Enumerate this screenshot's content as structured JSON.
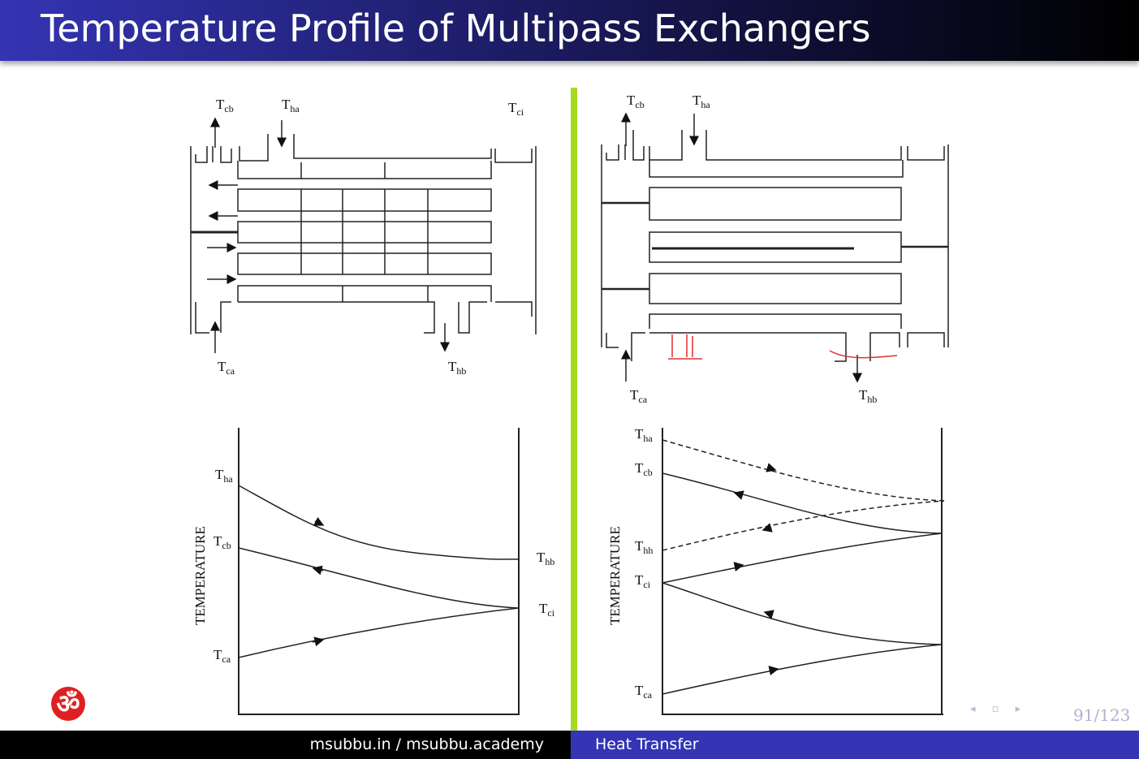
{
  "title": "Temperature Profile of Multipass Exchangers",
  "left_figure": {
    "diagram_labels": {
      "cold_out": {
        "main": "T",
        "sub": "cb"
      },
      "hot_in": {
        "main": "T",
        "sub": "ha"
      },
      "cold_intermediate": {
        "main": "T",
        "sub": "ci"
      },
      "cold_in": {
        "main": "T",
        "sub": "ca"
      },
      "hot_out": {
        "main": "T",
        "sub": "hb"
      }
    },
    "graph": {
      "ylabel": "TEMPERATURE",
      "labels": {
        "tha": {
          "main": "T",
          "sub": "ha"
        },
        "tcb": {
          "main": "T",
          "sub": "cb"
        },
        "tca": {
          "main": "T",
          "sub": "ca"
        },
        "thb": {
          "main": "T",
          "sub": "hb"
        },
        "tci": {
          "main": "T",
          "sub": "ci"
        }
      }
    }
  },
  "right_figure": {
    "diagram_labels": {
      "cold_out": {
        "main": "T",
        "sub": "cb"
      },
      "hot_in": {
        "main": "T",
        "sub": "ha"
      },
      "cold_in": {
        "main": "T",
        "sub": "ca"
      },
      "hot_out": {
        "main": "T",
        "sub": "hb"
      }
    },
    "graph": {
      "ylabel": "TEMPERATURE",
      "labels": {
        "tha": {
          "main": "T",
          "sub": "ha"
        },
        "tcb": {
          "main": "T",
          "sub": "cb"
        },
        "thh": {
          "main": "T",
          "sub": "hh"
        },
        "tci": {
          "main": "T",
          "sub": "ci"
        },
        "tca": {
          "main": "T",
          "sub": "ca"
        }
      }
    }
  },
  "colors": {
    "accent": "#3434b4",
    "divider": "#a8d820",
    "annotation": "#e03030"
  },
  "footer": {
    "left": "msubbu.in / msubbu.academy",
    "right": "Heat Transfer"
  },
  "nav": {
    "symbols": "◂ ▫ ▸"
  },
  "page": "91/123",
  "logo": {
    "glyph": "ॐ"
  }
}
